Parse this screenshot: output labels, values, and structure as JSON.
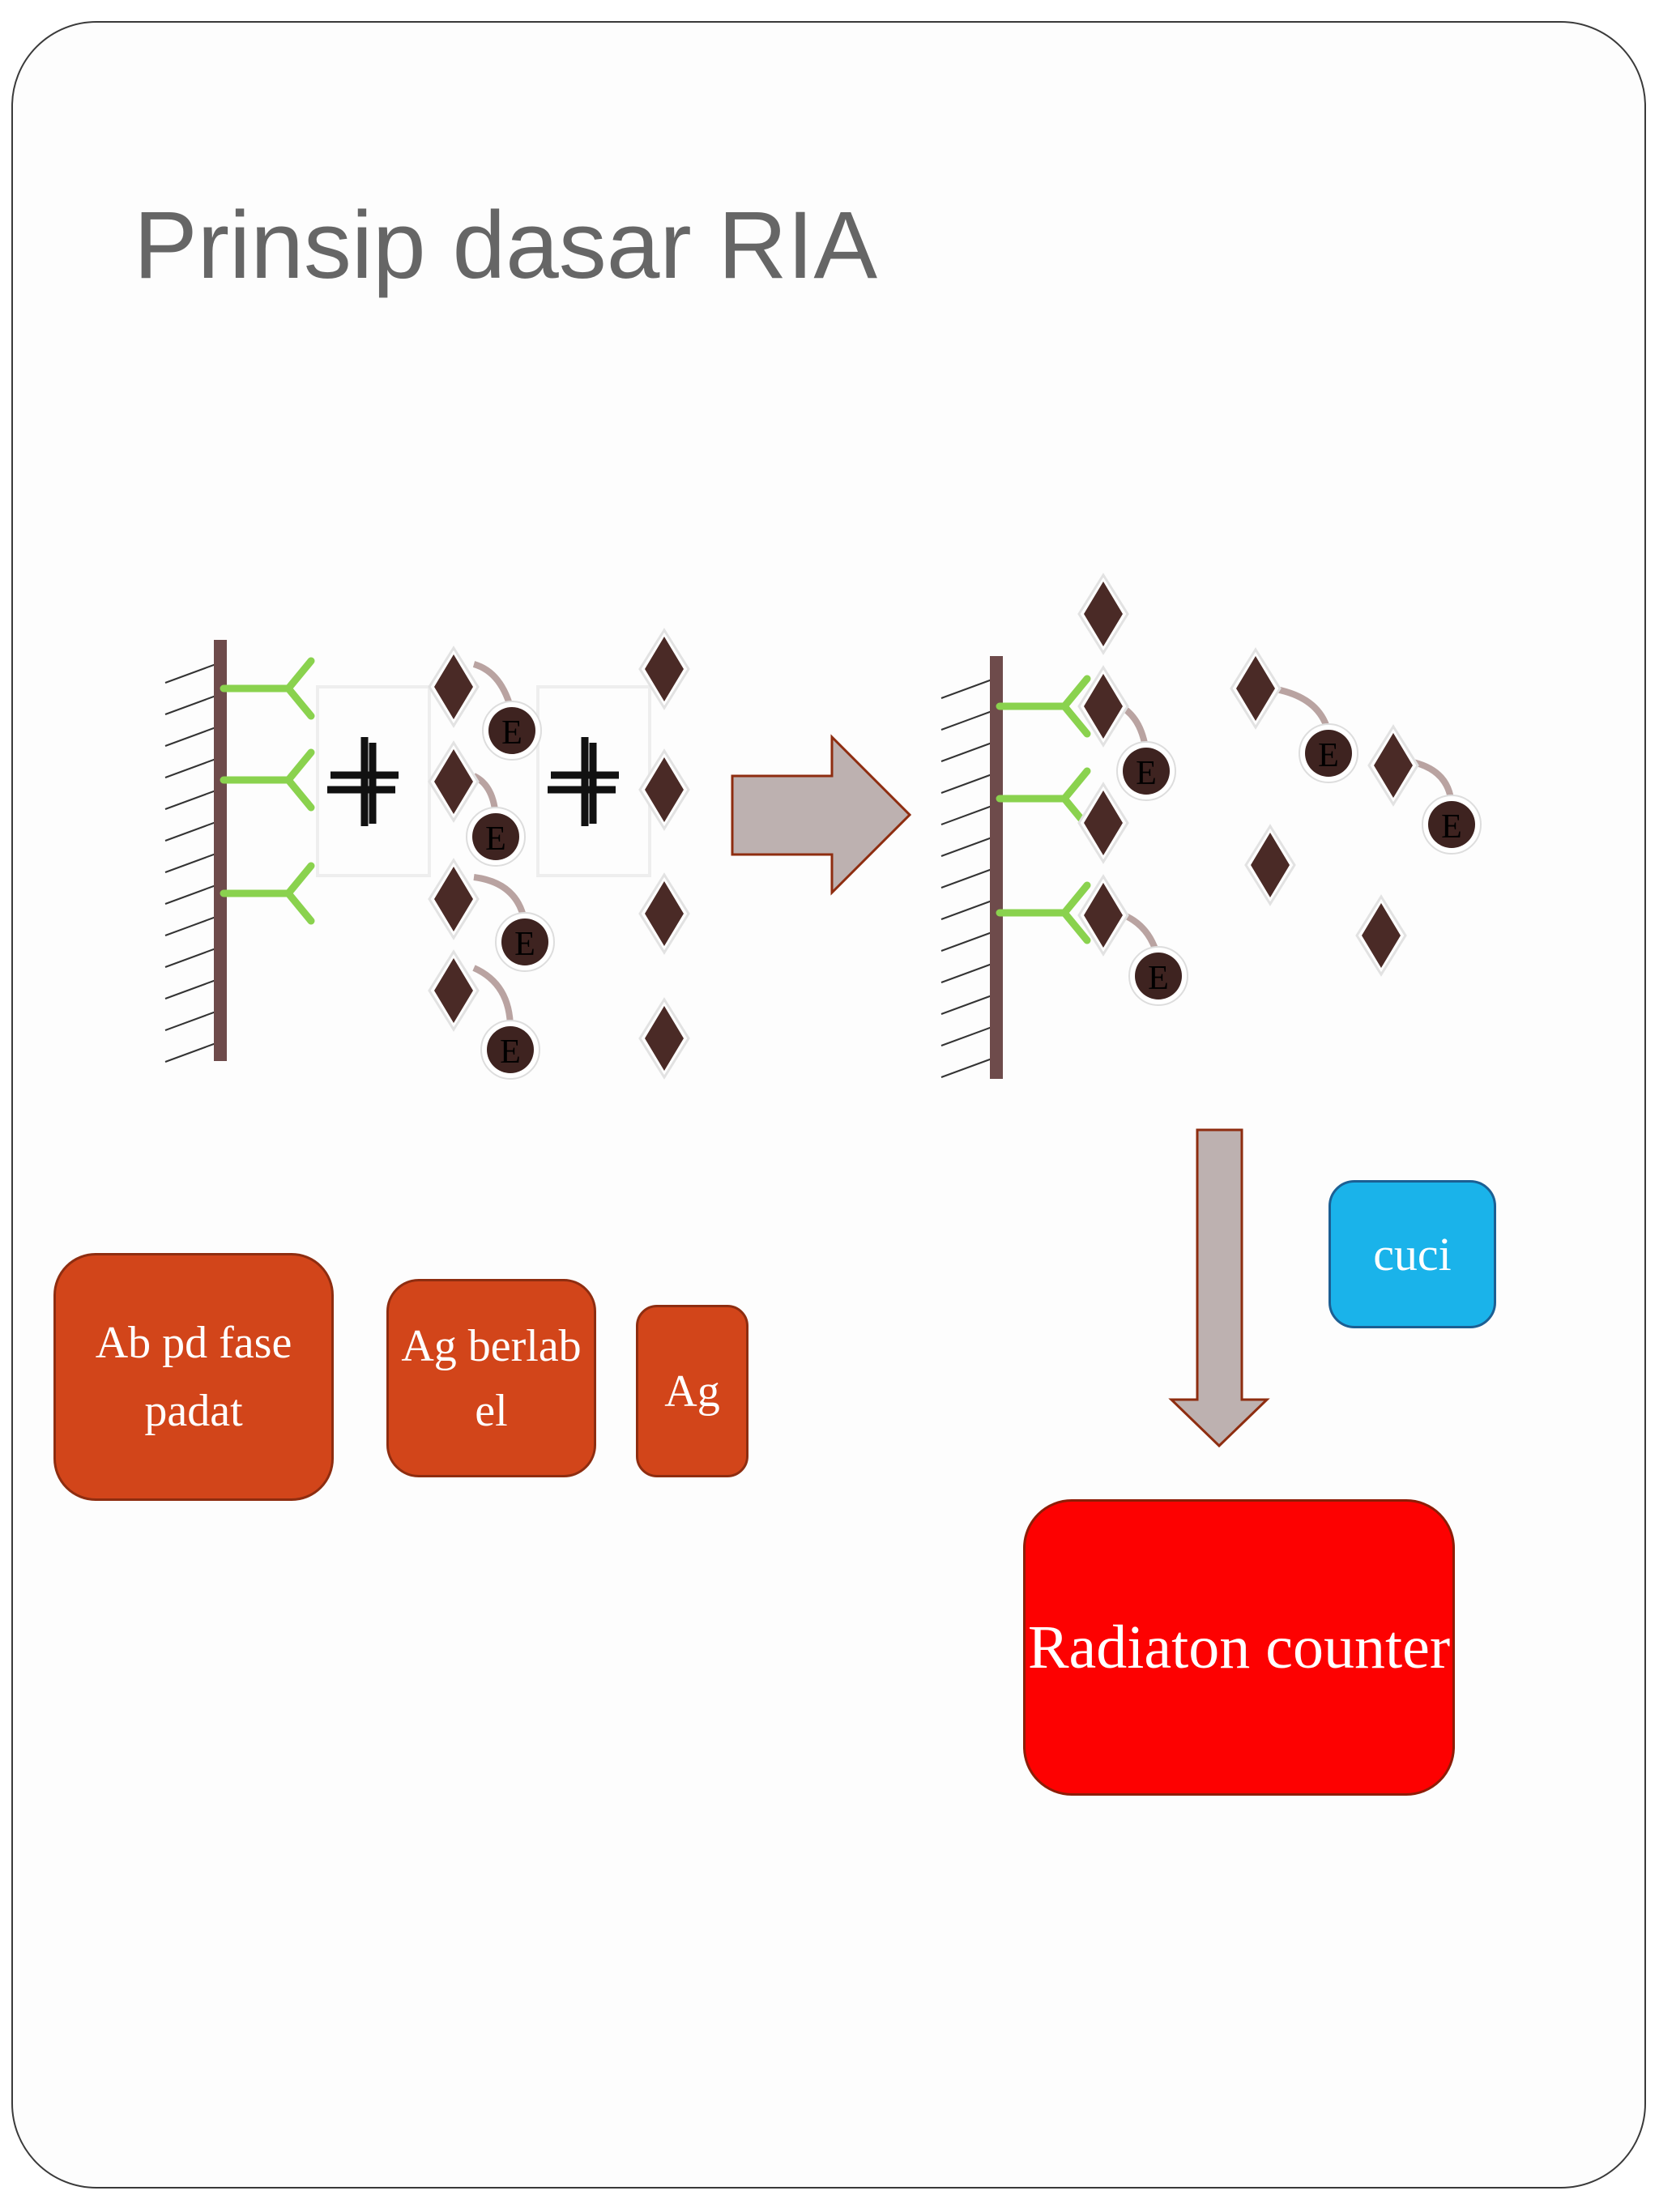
{
  "title": "Prinsip dasar RIA",
  "labels": {
    "antibody_solid_phase": "Ab pd fase padat",
    "labeled_antigen": "Ag berlab el",
    "antigen": "Ag",
    "wash": "cuci",
    "counter": "Radiaton counter"
  },
  "enzyme_letter": "E",
  "colors": {
    "title": "#666666",
    "label_box": "#d2451a",
    "wash_box": "#1ab3ea",
    "counter_box": "#fd0101",
    "antibody": "#8ad24e",
    "antigen": "#4a2a26",
    "arrow_fill": "#bdb1b0",
    "arrow_border": "#8e2d10"
  }
}
